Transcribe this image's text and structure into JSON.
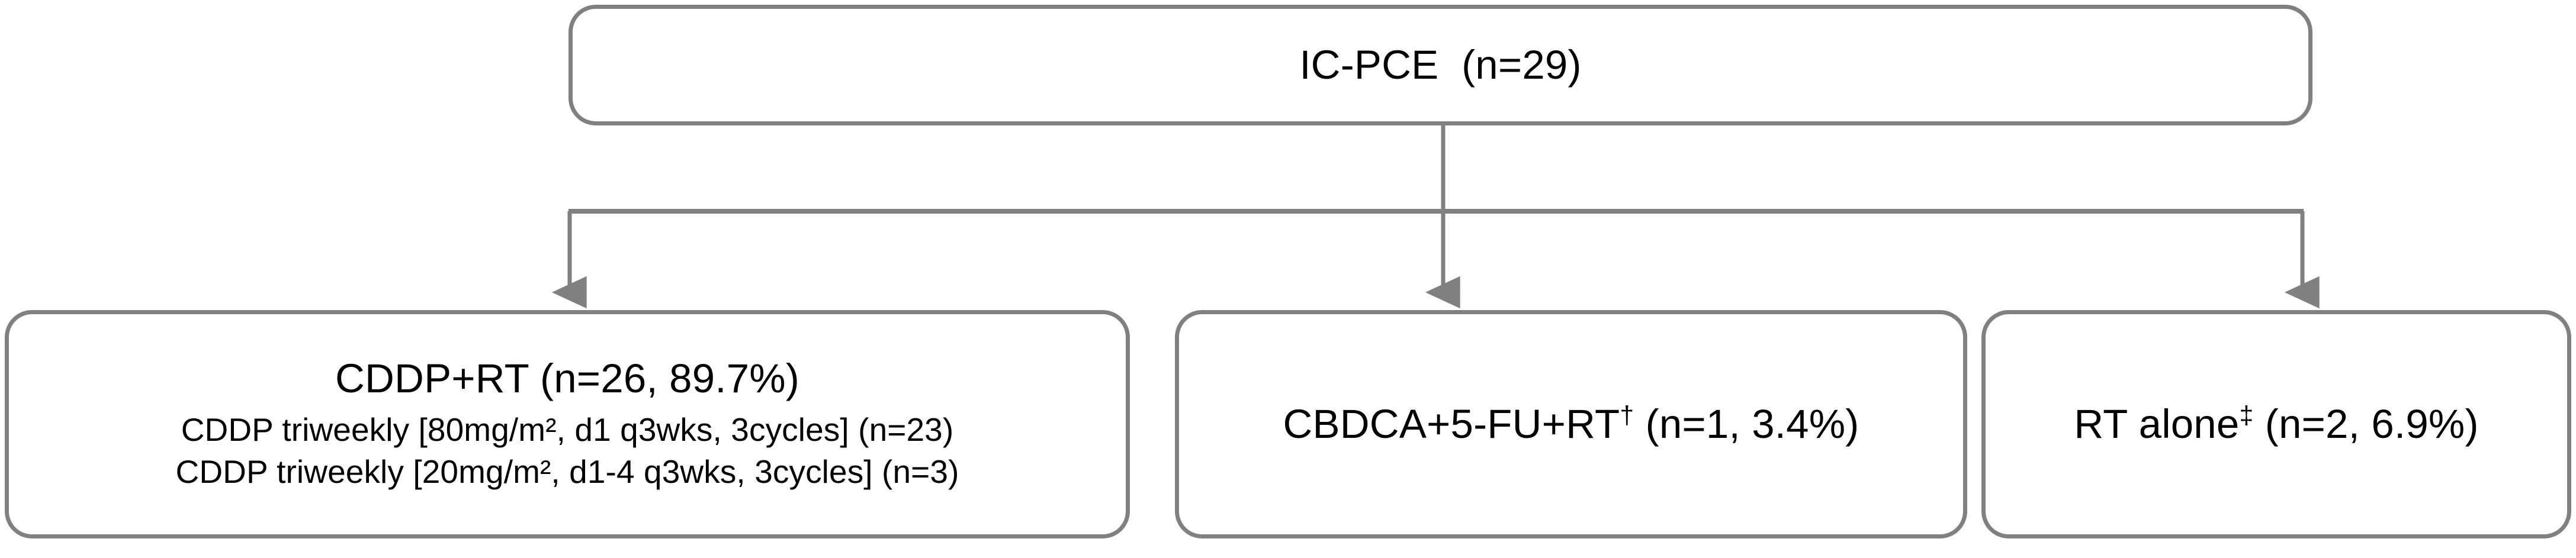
{
  "diagram": {
    "title": "IC-PCE treatment allocation flow",
    "colors": {
      "border": "#808080",
      "connector": "#808080",
      "text": "#000000",
      "background": "#ffffff"
    },
    "root": {
      "label": "IC-PCE  (n=29)",
      "n": 29
    },
    "branches": [
      {
        "id": "cddp-rt",
        "label": "CDDP+RT (n=26, 89.7%)",
        "n": 26,
        "percent": "89.7%",
        "sub_lines": [
          "CDDP triweekly [80mg/m², d1 q3wks, 3cycles] (n=23)",
          "CDDP triweekly [20mg/m², d1-4 q3wks, 3cycles] (n=3)"
        ]
      },
      {
        "id": "cbdca-5fu-rt",
        "label_before_mark": "CBDCA+5-FU+RT",
        "mark": "†",
        "label_after_mark": " (n=1, 3.4%)",
        "n": 1,
        "percent": "3.4%",
        "sub_lines": []
      },
      {
        "id": "rt-alone",
        "label_before_mark": "RT alone",
        "mark": "‡",
        "label_after_mark": " (n=2, 6.9%)",
        "n": 2,
        "percent": "6.9%",
        "sub_lines": []
      }
    ]
  },
  "chart_data": {
    "type": "diagram",
    "title": "IC-PCE  (n=29)",
    "nodes": [
      {
        "id": "root",
        "label": "IC-PCE  (n=29)",
        "level": 0,
        "n": 29
      },
      {
        "id": "cddp-rt",
        "label": "CDDP+RT (n=26, 89.7%)",
        "level": 1,
        "n": 26,
        "percent": 89.7
      },
      {
        "id": "cbdca-5fu-rt",
        "label": "CBDCA+5-FU+RT† (n=1, 3.4%)",
        "level": 1,
        "n": 1,
        "percent": 3.4
      },
      {
        "id": "rt-alone",
        "label": "RT alone‡ (n=2, 6.9%)",
        "level": 1,
        "n": 2,
        "percent": 6.9
      }
    ],
    "edges": [
      {
        "from": "root",
        "to": "cddp-rt"
      },
      {
        "from": "root",
        "to": "cbdca-5fu-rt"
      },
      {
        "from": "root",
        "to": "rt-alone"
      }
    ]
  }
}
